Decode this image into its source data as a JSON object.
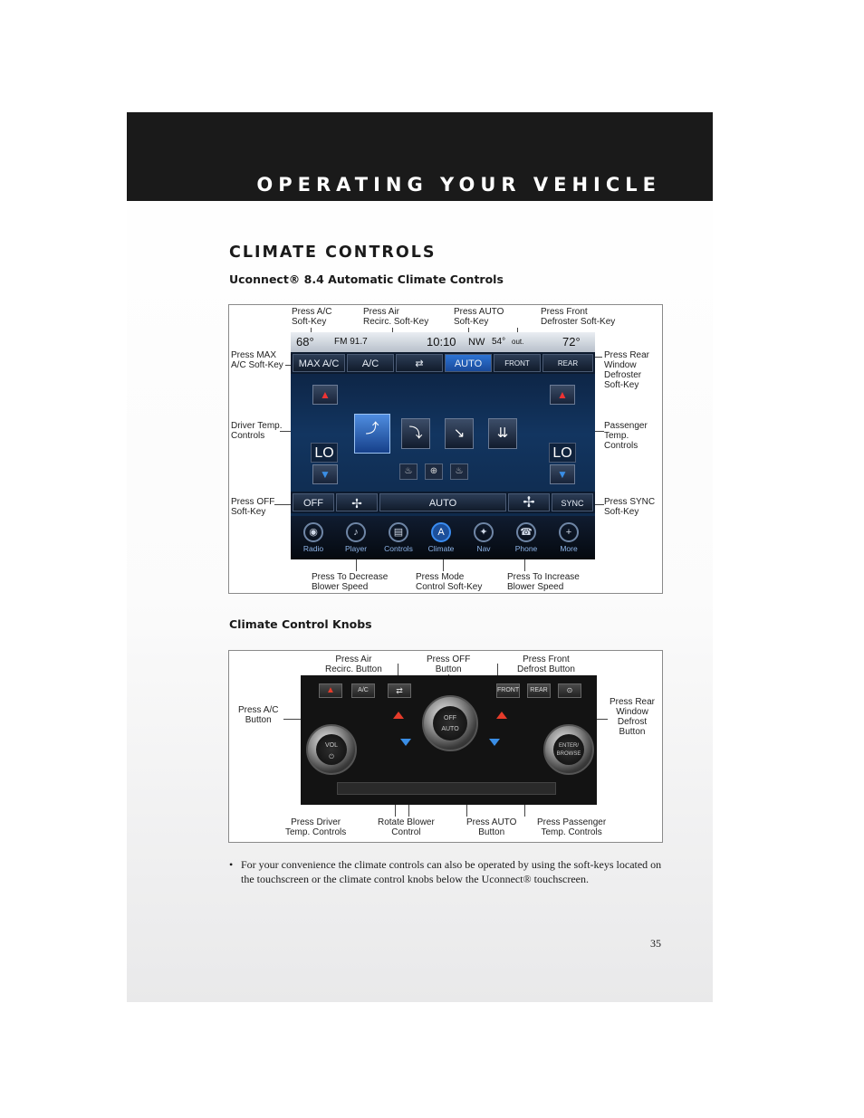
{
  "header": {
    "title": "OPERATING YOUR VEHICLE"
  },
  "section": {
    "title": "CLIMATE CONTROLS"
  },
  "figure1": {
    "subtitle": "Uconnect® 8.4 Automatic Climate Controls",
    "labels": {
      "ac": "Press A/C\nSoft-Key",
      "recirc": "Press Air\nRecirc. Soft-Key",
      "auto": "Press AUTO\nSoft-Key",
      "front": "Press Front\nDefroster Soft-Key",
      "max": "Press MAX\nA/C Soft-Key",
      "rear": "Press Rear\nWindow\nDefroster\nSoft-Key",
      "driver": "Driver Temp.\nControls",
      "passenger": "Passenger\nTemp.\nControls",
      "off": "Press OFF\nSoft-Key",
      "sync": "Press SYNC\nSoft-Key",
      "decrease": "Press To Decrease\nBlower Speed",
      "mode": "Press Mode\nControl Soft-Key",
      "increase": "Press To Increase\nBlower Speed"
    },
    "screen": {
      "left_temp": "68°",
      "radio": "FM 91.7",
      "clock": "10:10",
      "compass": "NW",
      "outside": "54°",
      "outside_suffix": "out.",
      "right_temp": "72°",
      "keys": {
        "max": "MAX A/C",
        "ac": "A/C",
        "recirc": "⇄",
        "auto": "AUTO",
        "front": "FRONT",
        "rear": "REAR"
      },
      "driver_temp": "LO",
      "passenger_temp": "LO",
      "fan": {
        "off": "OFF",
        "auto": "AUTO",
        "sync": "SYNC"
      },
      "nav": [
        "Radio",
        "Player",
        "Controls",
        "Climate",
        "Nav",
        "Phone",
        "More"
      ]
    }
  },
  "figure2": {
    "subtitle": "Climate Control Knobs",
    "labels": {
      "recirc": "Press Air\nRecirc. Button",
      "off": "Press OFF\nButton",
      "front": "Press Front\nDefrost Button",
      "ac": "Press A/C\nButton",
      "rear": "Press Rear\nWindow\nDefrost\nButton",
      "driver": "Press Driver\nTemp. Controls",
      "blower": "Rotate Blower\nControl",
      "auto": "Press AUTO\nButton",
      "passenger": "Press Passenger\nTemp. Controls"
    },
    "panel": {
      "ac": "A/C",
      "front": "FRONT",
      "rear": "REAR",
      "off": "OFF",
      "auto": "AUTO",
      "vol": "VOL",
      "tune": "ENTER/\nBROWSE"
    }
  },
  "bullet": {
    "text": "For your convenience the climate controls can also be operated by using the soft-keys located on the touchscreen or the climate control knobs below the Uconnect® touchscreen."
  },
  "page_number": "35"
}
